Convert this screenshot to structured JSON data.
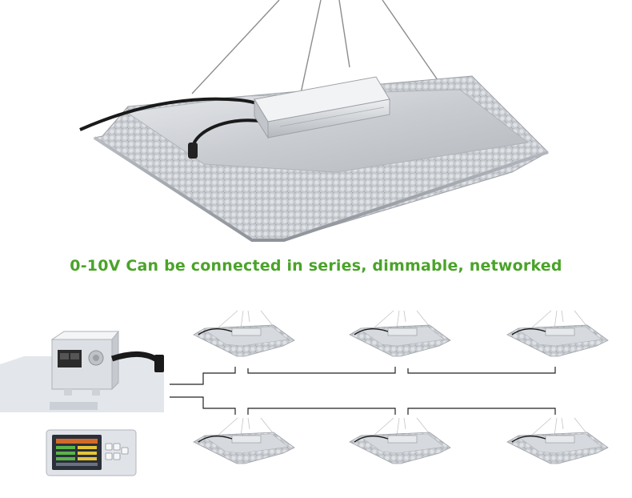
{
  "headline": {
    "text": "0-10V Can be connected in series, dimmable, networked",
    "color": "#4aa329"
  },
  "colors": {
    "reflector": "#cfd2d6",
    "reflector_dark": "#a7abb1",
    "driver": "#d9dbde",
    "cable": "#1a1a1a",
    "wire": "#8c8c8c",
    "controller_panel": "#dfe3e8",
    "controller_screen": "#2a2f3a"
  },
  "diagram": {
    "top_row_fixtures": 3,
    "bottom_row_fixtures": 3
  }
}
